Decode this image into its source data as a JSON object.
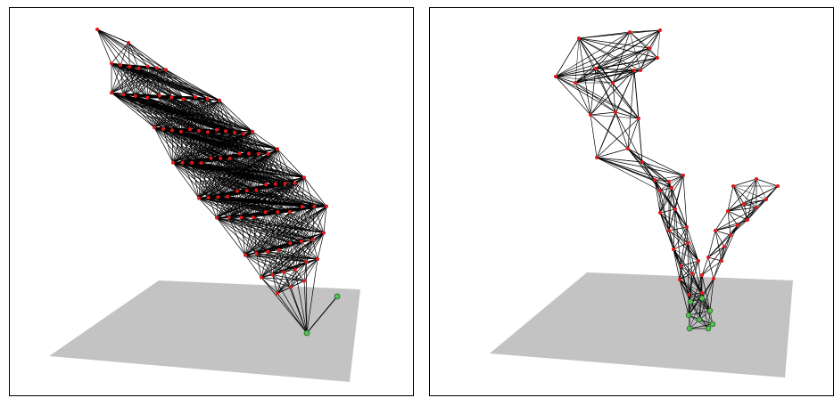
{
  "figure": {
    "panels": [
      {
        "id": "left",
        "description_name": "dense-truss-tower",
        "ground_color": "#c3c3c3",
        "edge_color": "#000000",
        "node_color": "#e01818",
        "support_node_color": "#52c152"
      },
      {
        "id": "right",
        "description_name": "branching-truss-tower",
        "ground_color": "#c3c3c3",
        "edge_color": "#000000",
        "node_color": "#e01818",
        "support_node_color": "#52c152"
      }
    ]
  }
}
